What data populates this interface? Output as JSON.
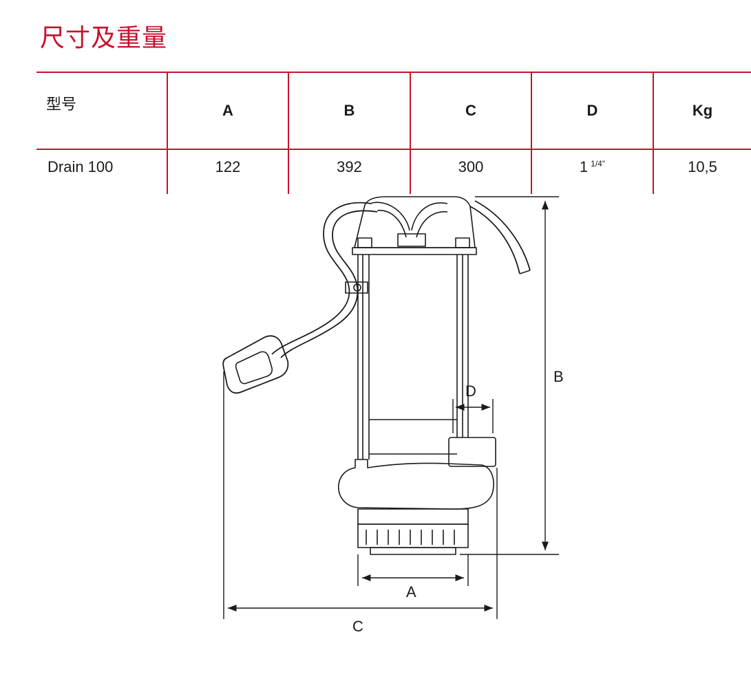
{
  "title": "尺寸及重量",
  "table": {
    "headers": {
      "model": "型号",
      "a": "A",
      "b": "B",
      "c": "C",
      "d": "D",
      "kg": "Kg"
    },
    "rows": [
      {
        "model": "Drain 100",
        "a": "122",
        "b": "392",
        "c": "300",
        "d_whole": "1",
        "d_fraction": "1/4\"",
        "kg": "10,5"
      }
    ]
  },
  "drawing": {
    "label_a": "A",
    "label_b": "B",
    "label_c": "C",
    "label_d": "D"
  }
}
